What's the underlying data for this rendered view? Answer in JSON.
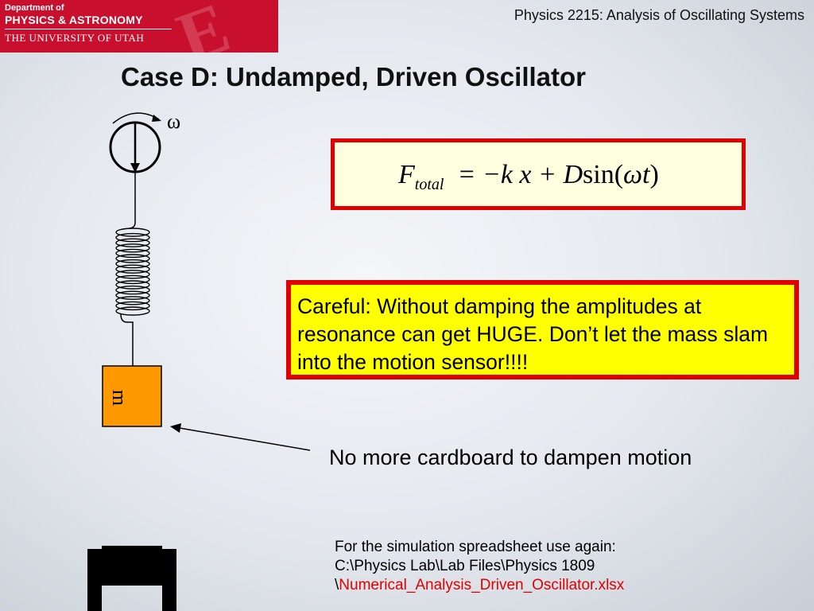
{
  "logo": {
    "dept_line": "Department of",
    "dept_name": "PHYSICS & ASTRONOMY",
    "university": "THE UNIVERSITY OF UTAH",
    "mark": "E"
  },
  "course_title": "Physics 2215: Analysis of Oscillating Systems",
  "slide_title": "Case D: Undamped, Driven Oscillator",
  "diagram": {
    "omega_symbol": "ω",
    "mass_label": "m"
  },
  "equation": {
    "F": "F",
    "sub": "total",
    "rest_a": "= −k x + D",
    "sin": "sin(",
    "wt": "ωt",
    "close": ")"
  },
  "warning_text": "Careful: Without damping the amplitudes at resonance can get HUGE. Don’t let the mass slam into the motion sensor!!!!",
  "caption_text": "No more cardboard to dampen motion",
  "simulation": {
    "line1": "For the simulation spreadsheet use again:",
    "line2": "C:\\Physics Lab\\Lab Files\\Physics 1809",
    "line3_prefix": "\\",
    "filename": "Numerical_Analysis_Driven_Oscillator.xlsx"
  },
  "colors": {
    "logo_red": "#c8102e",
    "box_border": "#e00000",
    "warning_fill": "#ffff00",
    "equation_fill": "#ffffe0",
    "mass_fill": "#ff9900",
    "link_red": "#e00000"
  }
}
